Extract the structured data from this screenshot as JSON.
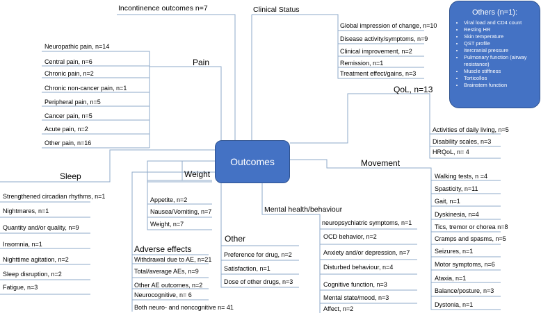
{
  "center": "Outcomes",
  "others": {
    "title": "Others (n=1):",
    "items": [
      "Viral load and CD4 count",
      "Resting HR",
      "Skin temperature",
      "QST profile",
      "Itercranial pressure",
      "Pulmonary function (airway resistance)",
      "Muscle stiffness",
      "Torticollos",
      "Brainstem function"
    ]
  },
  "incontinence": "Incontinence outcomes n=7",
  "pain": {
    "title": "Pain",
    "items": [
      "Neuropathic pain, n=14",
      "Central pain, n=6",
      "Chronic pain, n=2",
      "Chronic non-cancer pain, n=1",
      "Peripheral pain, n=5",
      "Cancer pain, n=5",
      "Acute pain, n=2",
      "Other pain, n=16"
    ]
  },
  "clinical": {
    "title": "Clinical Status",
    "items": [
      "Global impression of change, n=10",
      "Disease activity/symptoms, n=9",
      "Clinical improvement, n=2",
      "Remission, n=1",
      "Treatment effect/gains, n=3"
    ]
  },
  "qol": {
    "title": "QoL, n=13",
    "items": [
      "Activities of daily living, n=5",
      "Disability scales, n=3",
      "HRQoL, n= 4"
    ]
  },
  "movement": {
    "title": "Movement",
    "items": [
      "Walking tests, n =4",
      "Spasticity, n=11",
      "Gait, n=1",
      "Dyskinesia, n=4",
      "Tics, tremor or chorea n=8",
      "Cramps and spasms, n=5",
      "Seizures, n=1",
      "Motor symptoms, n=6",
      "Ataxia, n=1",
      "Balance/posture, n=3",
      "Dystonia, n=1"
    ]
  },
  "sleep": {
    "title": "Sleep",
    "items": [
      "Strengthened circadian rhythms, n=1",
      "Nightmares, n=1",
      "Quantity and/or quality, n=9",
      "Insomnia, n=1",
      "Nighttime agitation, n=2",
      "Sleep disruption, n=2",
      "Fatigue, n=3"
    ]
  },
  "weight": {
    "title": "Weight",
    "items": [
      "Appetite, n=2",
      "Nausea/Vomiting, n=7",
      "Weight, n=7"
    ]
  },
  "adverse": {
    "title": "Adverse effects",
    "items": [
      "Withdrawal due to AE, n=21",
      "Total/average AEs, n=9",
      "Other AE outcomes, n=2",
      "Neurocognitive, n= 6",
      "Both neuro- and noncognitive n= 41"
    ]
  },
  "other": {
    "title": "Other",
    "items": [
      "Preference for drug, n=2",
      "Satisfaction, n=1",
      "Dose of other drugs, n=3"
    ]
  },
  "mental": {
    "title": "Mental health/behaviour",
    "items": [
      "neuropsychiatric symptoms, n=1",
      "OCD behavior, n=2",
      "Anxiety and/or depression, n=7",
      "Disturbed behaviour, n=4",
      "Cognitive function, n=3",
      "Mental state/mood, n=3",
      "Affect, n=2"
    ]
  }
}
